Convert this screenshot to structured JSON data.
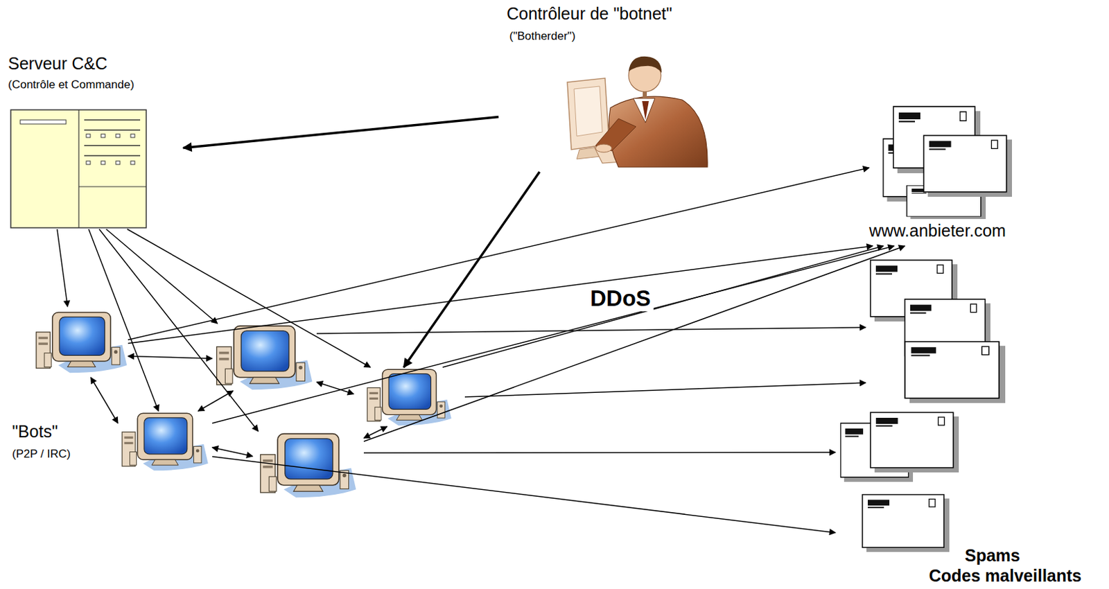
{
  "diagram": {
    "nodes": [
      {
        "text": [
          "Contrôleur de \"botnet\"",
          "(\"Botherder\")"
        ]
      },
      {
        "text": [
          "Serveur C&C",
          "(Contrôle et Commande)"
        ]
      },
      {
        "text": []
      },
      {
        "text": []
      },
      {
        "text": []
      },
      {
        "text": [
          "\"Bots\"",
          "(P2P / IRC)"
        ]
      },
      {
        "text": []
      },
      {
        "text": [
          "www.anbieter.com"
        ]
      },
      {
        "text": []
      },
      {
        "text": [
          "Spams",
          "Codes malveillants"
        ]
      }
    ],
    "edges": [
      {
        "from": 0,
        "to": 1,
        "arrow": "to"
      },
      {
        "from": 0,
        "to": 4,
        "arrow": "to"
      },
      {
        "from": 1,
        "to": 2,
        "arrow": "to"
      },
      {
        "from": 1,
        "to": 5,
        "arrow": "to"
      },
      {
        "from": 1,
        "to": 6,
        "arrow": "to"
      },
      {
        "from": 1,
        "to": 3,
        "arrow": "to"
      },
      {
        "from": 1,
        "to": 4,
        "arrow": "to"
      },
      {
        "from": 2,
        "to": 3,
        "arrow": "both"
      },
      {
        "from": 2,
        "to": 5,
        "arrow": "both"
      },
      {
        "from": 3,
        "to": 4,
        "arrow": "both"
      },
      {
        "from": 3,
        "to": 5,
        "arrow": "both"
      },
      {
        "from": 5,
        "to": 6,
        "arrow": "both"
      },
      {
        "from": 6,
        "to": 4,
        "arrow": "both"
      },
      {
        "from": 2,
        "to": 7,
        "arrow": "to"
      },
      {
        "from": 2,
        "to": 7,
        "arrow": "to"
      },
      {
        "from": 4,
        "to": 7,
        "arrow": "to"
      },
      {
        "from": 5,
        "to": 7,
        "arrow": "to"
      },
      {
        "from": 6,
        "to": 7,
        "arrow": "to"
      },
      {
        "from": 3,
        "to": 8,
        "arrow": "to"
      },
      {
        "from": 4,
        "to": 8,
        "arrow": "to"
      },
      {
        "from": 6,
        "to": 9,
        "arrow": "to"
      },
      {
        "from": 5,
        "to": 9,
        "arrow": "to"
      }
    ],
    "labels": [
      "DDoS"
    ]
  }
}
